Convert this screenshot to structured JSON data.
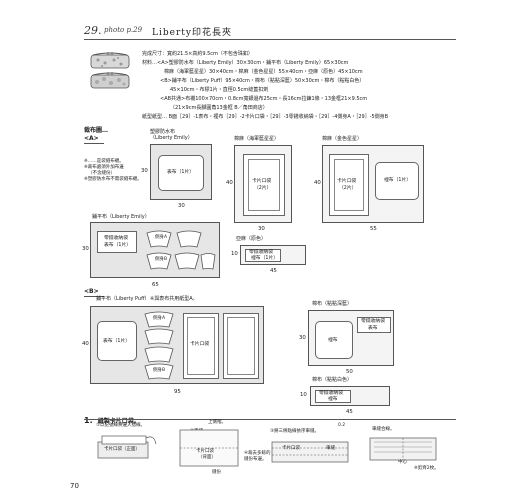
{
  "header": {
    "num": "29.",
    "photo": "photo p.29",
    "title": "Liberty印花長夾"
  },
  "materials": {
    "size": "完成尺寸：寬約21.5×高約9.5cm（不包含珠釦）",
    "line1": "材料…<A>塑膠防水布（Liberty Emily）30×30cm・鋪平布（Liberty Emily）65×30cm",
    "line2": "棉麻（海軍藍星星）30×40cm・棉麻（金色星星）55×40cm・亞麻（原色）45×10cm",
    "line3": "<B>鋪平布（Liberty Puff）95×40cm・棉布（點點深藍）50×30cm・棉布（點點白色）",
    "line4": "45×10cm・布標1片・直徑0.5cm縫蓋扣劑",
    "line5": "<AB共通>布襯100×70cm・0.8cm寬銀邊布25cm・長16cm拉鍊1條・13金框21×9.5cm",
    "line6": "（21×9cm長腳圓角13金框 B／角田商店）",
    "line7": "紙型紙型… B面［29］-1表布・裡布［29］-2卡片口袋・［29］-3零錢收納袋・［29］-4側身A・［29］-5側身B"
  },
  "section": {
    "cutting": "裁布圖…",
    "a": "<A>",
    "b": "<B>"
  },
  "legend": {
    "l1": "※……是袋縫布襯。",
    "l2": "※裁布處須外加布邊",
    "l3": "（不含縫份）",
    "l4": "※塑膠防水布不需袋縫布襯。"
  },
  "a": {
    "fabric1": "塑膠防水布",
    "fabric1b": "（Liberty Emily）",
    "piece1": "表布（1片）",
    "dim30a": "30",
    "dim30b": "30",
    "fabric2": "棉麻（海軍藍星星）",
    "piece2": "卡片口袋",
    "piece2b": "（2片）",
    "dim30c": "30",
    "dim40a": "40",
    "fabric3": "棉麻（金色星星）",
    "piece3a": "卡片口袋",
    "piece3a2": "（2片）",
    "piece3b": "裡布（1片）",
    "dim40b": "40",
    "dim55": "55",
    "fabric4": "鋪平布（Liberty Emily）",
    "piece4": "零錢收納袋",
    "piece4b": "表布（1片）",
    "sideA": "側身A",
    "sideB": "側身B",
    "dim30d": "30",
    "dim65": "65",
    "fabric5": "亞麻（原色）",
    "piece5": "零錢收納袋",
    "piece5b": "裡布（1片）",
    "dim10": "10",
    "dim45a": "45"
  },
  "b": {
    "fabric1": "鋪平布（Liberty Puff）",
    "note": "※與表布共用紙型A。",
    "piece1": "表布（1片）",
    "sideA": "側身A",
    "sideB": "側身B",
    "card": "卡片口袋",
    "dim40": "40",
    "dim95": "95",
    "fabric2": "棉布（點點深藍）",
    "piece2a": "零錢收納袋",
    "piece2a2": "表布",
    "piece2b": "裡布",
    "dim30": "30",
    "dim50": "50",
    "fabric3": "棉布（點點白色）",
    "piece3": "零錢收納袋",
    "piece3b": "裡布",
    "dim10": "10",
    "dim45": "45"
  },
  "step": {
    "num": "1.",
    "title": "縫製卡片口袋。",
    "s1": "①以記號線將邊入摺線。",
    "s1b": "卡片口袋（正面）",
    "s2": "②車縫。",
    "s2b": "上側褶。",
    "s2c": "卡片口袋",
    "s2d": "（背面）",
    "s2e": "縫份",
    "s3": "③將三條點線依序車縫。",
    "s3b": "卡片口袋",
    "s3c": "車縫",
    "s3d": "0.2",
    "s4": "車縫合線。",
    "s4b": "中心",
    "s4c": "※剪齊2枚。",
    "s5": "④裁去多餘的",
    "s5b": "縫份布邊。"
  },
  "page": {
    "number": "70"
  }
}
